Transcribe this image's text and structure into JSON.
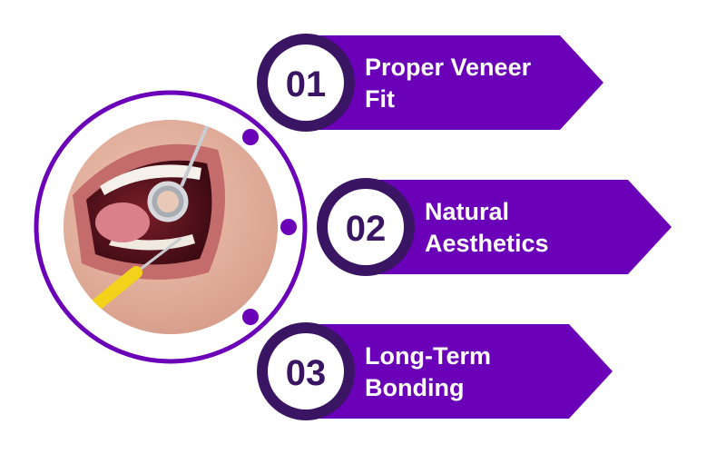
{
  "colors": {
    "primary_purple": "#6a00b8",
    "dark_purple": "#3a1563",
    "white": "#ffffff"
  },
  "photo": {
    "icon": "dental-exam-photo"
  },
  "items": [
    {
      "number": "01",
      "line1": "Proper Veneer",
      "line2": "Fit"
    },
    {
      "number": "02",
      "line1": "Natural",
      "line2": "Aesthetics"
    },
    {
      "number": "03",
      "line1": "Long-Term",
      "line2": "Bonding"
    }
  ]
}
